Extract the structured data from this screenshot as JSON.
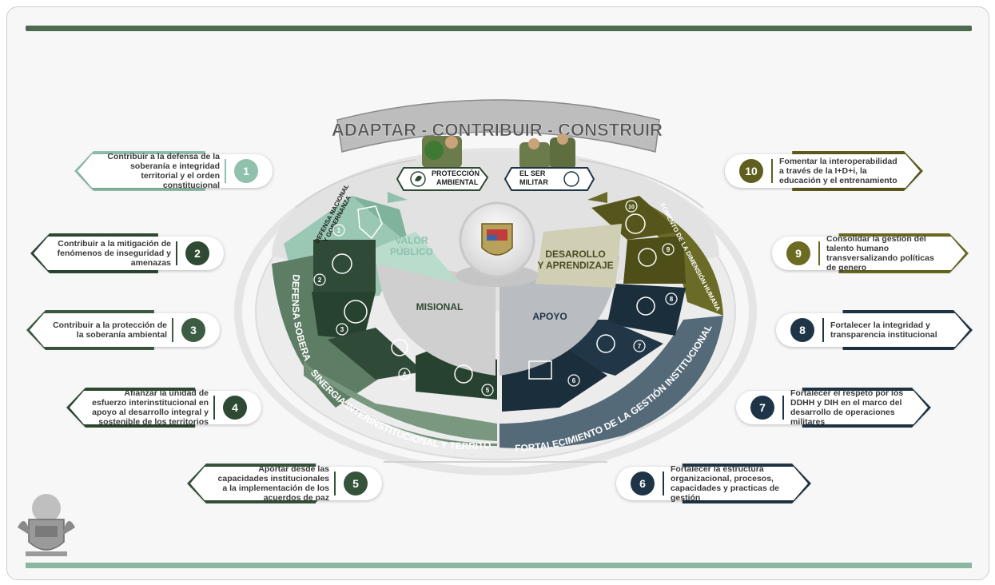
{
  "header": {
    "motto": "ADAPTAR - CONTRIBUIR - CONSTRUIR"
  },
  "badges": {
    "proteccion": "PROTECCIÓN AMBIENTAL",
    "ser_militar": "EL SER MILITAR"
  },
  "center": {
    "valor_publico": "VALOR PÚBLICO",
    "desarrollo": "DESAROLLO Y APRENDIZAJE",
    "misional": "MISIONAL",
    "apoyo": "APOYO"
  },
  "ring_labels": {
    "defensa_nacional": "DEFENSA NACIONAL Y GOBERNANZA",
    "defensa_soberania": "DEFENSA SOBERANÍA AMBIENTAL",
    "sinergia": "SINERGIA INTERINSTITUCIONAL Y TERRITORIAL",
    "fortalecimiento": "FORTALECIMIENTO DE LA GESTIÓN INSTITUCIONAL",
    "fomento": "FOMENTO DE LA DIMENSIÓN HUMANA"
  },
  "segment_numbers": [
    "1",
    "2",
    "3",
    "4",
    "5",
    "6",
    "7",
    "8",
    "9",
    "10"
  ],
  "objectives": [
    {
      "num": "1",
      "text": "Contribuir a la defensa de la soberanía e integridad territorial y el orden constitucional"
    },
    {
      "num": "2",
      "text": "Contribuir a la mitigación de fenómenos de inseguridad y amenazas"
    },
    {
      "num": "3",
      "text": "Contribuir a la protección de la soberanía ambiental"
    },
    {
      "num": "4",
      "text": "Afianzar la unidad de esfuerzo interinstitucional en apoyo al desarrollo integral y sostenible de los territorios"
    },
    {
      "num": "5",
      "text": "Aportar desde las capacidades institucionales a la implementación de los acuerdos de paz"
    },
    {
      "num": "6",
      "text": "Fortalecer la estructura organizacional, procesos, capacidades y practicas de gestión"
    },
    {
      "num": "7",
      "text": "Fortalecer el respeto por los DDHH y DIH en el marco del desarrollo de operaciones militares"
    },
    {
      "num": "8",
      "text": "Fortalecer la integridad y transparencia institucional"
    },
    {
      "num": "9",
      "text": "Consolidar la gestión del talento humano transversalizando políticas de genero"
    },
    {
      "num": "10",
      "text": "Fomentar la interoperabilidad a través de la I+D+i, la educación y el entrenamiento"
    }
  ],
  "colors": {
    "o1": "#8fc1ad",
    "o2": "#2e4a34",
    "o3": "#3d5c44",
    "o4": "#2e4a34",
    "o5": "#35543b",
    "o6": "#1f3547",
    "o7": "#1f3547",
    "o8": "#1f3547",
    "o9": "#6b6b22",
    "o10": "#5e5e1e"
  }
}
